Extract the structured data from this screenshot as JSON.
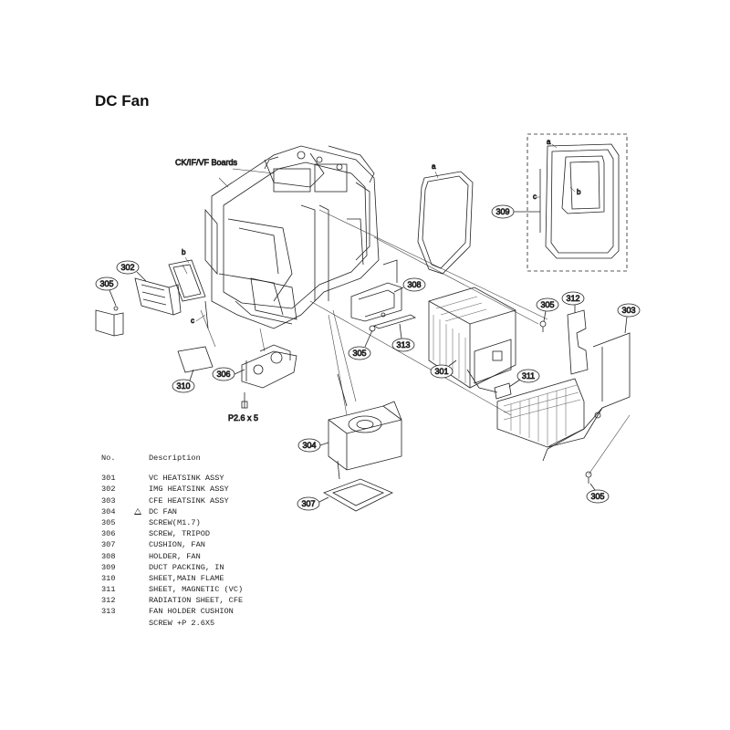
{
  "title": "DC Fan",
  "annotations": {
    "boards": "CK/IF/VF Boards",
    "screw_size": "P2.6 x 5"
  },
  "letters": {
    "a": "a",
    "b": "b",
    "c": "c"
  },
  "callouts": {
    "c301": "301",
    "c302": "302",
    "c303": "303",
    "c304": "304",
    "c305": "305",
    "c306": "306",
    "c307": "307",
    "c308": "308",
    "c309": "309",
    "c310": "310",
    "c311": "311",
    "c312": "312",
    "c313": "313"
  },
  "parts_list": {
    "header_no": "No.",
    "header_desc": "Description",
    "items": [
      {
        "no": "301",
        "desc": "VC HEATSINK ASSY",
        "warning": false
      },
      {
        "no": "302",
        "desc": "IMG HEATSINK ASSY",
        "warning": false
      },
      {
        "no": "303",
        "desc": "CFE HEATSINK ASSY",
        "warning": false
      },
      {
        "no": "304",
        "desc": "DC FAN",
        "warning": true
      },
      {
        "no": "305",
        "desc": "SCREW(M1.7)",
        "warning": false
      },
      {
        "no": "306",
        "desc": "SCREW, TRIPOD",
        "warning": false
      },
      {
        "no": "307",
        "desc": "CUSHION, FAN",
        "warning": false
      },
      {
        "no": "308",
        "desc": "HOLDER, FAN",
        "warning": false
      },
      {
        "no": "309",
        "desc": "DUCT PACKING, IN",
        "warning": false
      },
      {
        "no": "310",
        "desc": "SHEET,MAIN FLAME",
        "warning": false
      },
      {
        "no": "311",
        "desc": "SHEET, MAGNETIC (VC)",
        "warning": false
      },
      {
        "no": "312",
        "desc": "RADIATION SHEET, CFE",
        "warning": false
      },
      {
        "no": "313",
        "desc": "FAN HOLDER CUSHION",
        "warning": false
      },
      {
        "no": "",
        "desc": "SCREW +P 2.6X5",
        "warning": false
      }
    ]
  }
}
